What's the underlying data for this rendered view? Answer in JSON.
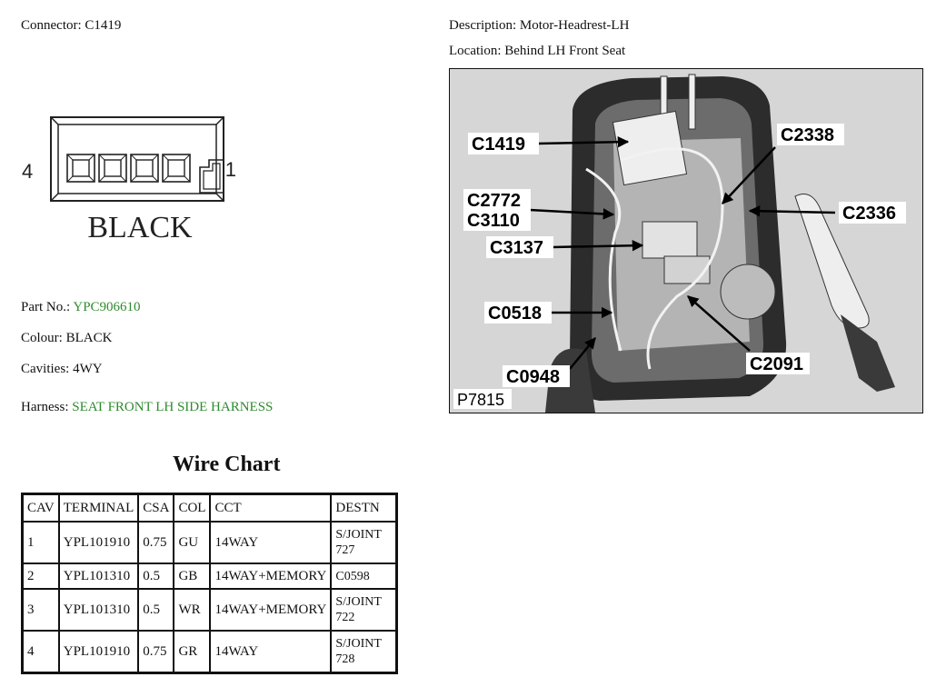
{
  "connector": {
    "label": "Connector:",
    "value": "C1419"
  },
  "description": {
    "label": "Description:",
    "value": "Motor-Headrest-LH"
  },
  "location": {
    "label": "Location:",
    "value": "Behind LH Front Seat"
  },
  "drawing": {
    "pin_left": "4",
    "pin_right": "1",
    "colour_text": "BLACK"
  },
  "part_no": {
    "label": "Part No.:",
    "value": "YPC906610"
  },
  "colour": {
    "label": "Colour:",
    "value": "BLACK"
  },
  "cavities": {
    "label": "Cavities:",
    "value": "4WY"
  },
  "harness": {
    "label": "Harness:",
    "value": "SEAT FRONT LH SIDE HARNESS"
  },
  "wire_chart": {
    "title": "Wire Chart",
    "headers": [
      "CAV",
      "TERMINAL",
      "CSA",
      "COL",
      "CCT",
      "DESTN"
    ],
    "rows": [
      [
        "1",
        "YPL101910",
        "0.75",
        "GU",
        "14WAY",
        "S/JOINT 727"
      ],
      [
        "2",
        "YPL101310",
        "0.5",
        "GB",
        "14WAY+MEMORY",
        "C0598"
      ],
      [
        "3",
        "YPL101310",
        "0.5",
        "WR",
        "14WAY+MEMORY",
        "S/JOINT 722"
      ],
      [
        "4",
        "YPL101910",
        "0.75",
        "GR",
        "14WAY",
        "S/JOINT 728"
      ]
    ]
  },
  "photo": {
    "callouts": [
      "C1419",
      "C2338",
      "C2772",
      "C3110",
      "C2336",
      "C3137",
      "C0518",
      "C2091",
      "C0948"
    ],
    "ref": "P7815"
  }
}
